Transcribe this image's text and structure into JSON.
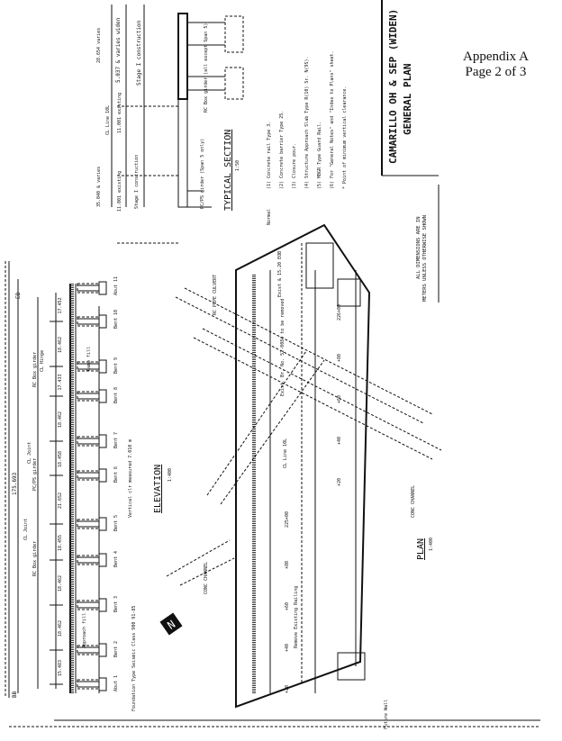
{
  "header": {
    "appendix": "Appendix A",
    "page": "Page 2 of 3"
  },
  "title_block": {
    "title": "CAMARILLO OH & SEP (WIDEN)",
    "subtitle": "GENERAL PLAN"
  },
  "units_note": {
    "line1": "ALL DIMENSIONS ARE IN",
    "line2": "METERS UNLESS OTHERWISE SHOWN"
  },
  "typical_section": {
    "title": "TYPICAL SECTION",
    "scale": "1:50",
    "labels": {
      "width_left": "35.040 & varies",
      "width_right": "28.654 varies",
      "existing_left": "11.001 existing",
      "existing_right": "11.001 existing",
      "stage_left": "Stage I construction",
      "stage_right": "Stage I construction",
      "widen_right": "5.037 & varies widen",
      "cl_line": "CL Line 10L",
      "girder_left": "PC/PS girder (Span 5 only)",
      "girder_right": "RC Box girder (all except Span 5)",
      "normal": "Normal"
    },
    "notes": [
      "(1) Concrete rail Type 3.",
      "(2) Concrete barrier Type 25.",
      "(3) Closure pour.",
      "(4) Structure Approach Slab Type R(10) Sr. N(9S).",
      "(5) MBGR Type Guard Rail.",
      "(6) For \"General Notes\" and \"Index to Plans\" sheet.",
      "* Point of minimum vertical clearance."
    ]
  },
  "elevation": {
    "title": "ELEVATION",
    "scale": "1:400",
    "total": "175.693",
    "bb": "BB",
    "eb": "EB",
    "girder_labels": [
      "RC Box girder",
      "PC/PS girder",
      "RC Box girder"
    ],
    "joint_labels": [
      "CL Joint",
      "CL Joint",
      "CL Hinge"
    ],
    "spans": [
      "15.483",
      "18.462",
      "18.462",
      "18.455",
      "21.652",
      "18.458",
      "18.462",
      "17.433",
      "18.462",
      "17.452"
    ],
    "supports": [
      "Abut 1",
      "Bent 2",
      "Bent 3",
      "Bent 4",
      "Bent 5",
      "Bent 6",
      "Bent 7",
      "Bent 8",
      "Bent 9",
      "Bent 10",
      "Abut 11"
    ],
    "clearance_note": "Vertical clr measured 7.010 m",
    "foundation_note": "Foundation Type Seismic Class 900 91-85",
    "approach_labels": [
      "Approach fill",
      "Ramp fill"
    ]
  },
  "plan": {
    "title": "PLAN",
    "scale": "1:400",
    "labels": [
      "CONC CHANNEL",
      "CONC CHANNEL",
      "RC PIPE CULVERT",
      "Exist & 15.20 EOB",
      "Remove Existing Railing",
      "CL Line 10L",
      "Exist. Br. No. 52-0084 to be removed",
      "Future Wall"
    ],
    "stations": [
      "+20",
      "+40",
      "+60",
      "+80",
      "225+00",
      "+20",
      "+40",
      "+60",
      "+80",
      "226+00"
    ],
    "north": "N"
  }
}
